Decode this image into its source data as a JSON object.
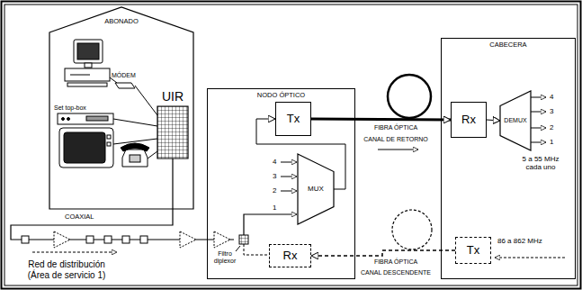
{
  "diagram": {
    "nodes": [
      {
        "text": [
          "ABONADO"
        ]
      },
      {
        "text": [
          "UIR"
        ],
        "in": 0
      },
      {
        "text": [
          "NODO ÓPTICO"
        ]
      },
      {
        "text": [
          "Tx"
        ],
        "in": 2
      },
      {
        "text": [
          "MUX"
        ],
        "in": 2
      },
      {
        "text": [
          "Rx"
        ],
        "in": 2
      },
      {
        "text": [
          "CABECERA"
        ]
      },
      {
        "text": [
          "Rx"
        ],
        "in": 6
      },
      {
        "text": [
          "DEMUX"
        ],
        "in": 6
      },
      {
        "text": [
          "Tx"
        ],
        "in": 6
      }
    ],
    "edges": [
      {
        "from": 3,
        "to": 7,
        "label": "FIBRA ÓPTICA",
        "arrow": "to"
      },
      {
        "from": 9,
        "to": 5,
        "label": "FIBRA ÓPTICA",
        "arrow": "to"
      },
      {
        "from": 4,
        "to": 3,
        "arrow": "to"
      },
      {
        "from": 7,
        "to": 8,
        "arrow": "to"
      }
    ],
    "labels": [
      "MÓDEM",
      "Set top-box",
      "COAXIAL",
      "Red de distribución (Área de servicio 1)",
      "Filtro diplexor",
      "CANAL DE RETORNO",
      "CANAL DESCENDENTE",
      "4",
      "3",
      "2",
      "1",
      "4",
      "3",
      "2",
      "1",
      "5 a 55 MHz cada uno",
      "86 a 862 MHz"
    ]
  }
}
